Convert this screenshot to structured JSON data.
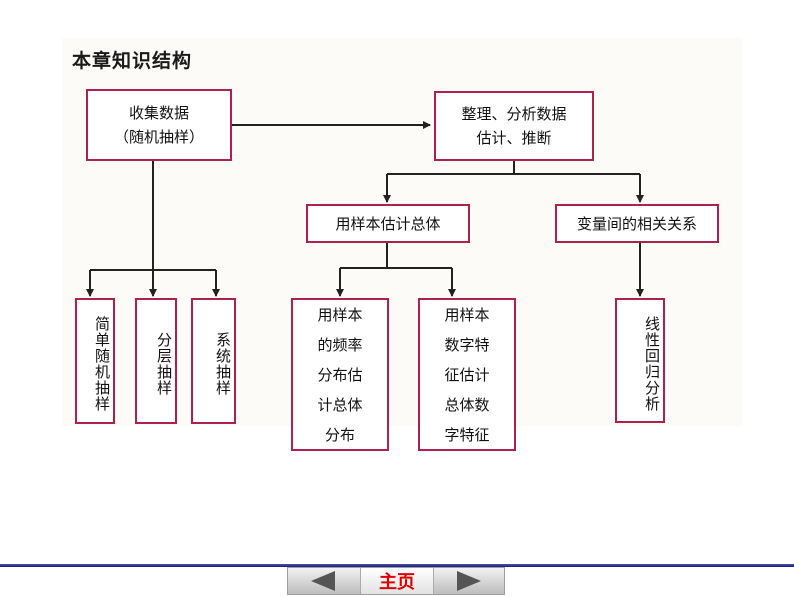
{
  "heading": "本章知识结构",
  "nodes": {
    "collect": [
      "收集数据",
      "（随机抽样）"
    ],
    "process": [
      "整理、分析数据",
      "估计、推断"
    ],
    "estimate_population": "用样本估计总体",
    "correlation": "变量间的相关关系",
    "simple_random": "简单随机抽样",
    "stratified": "分层抽样",
    "systematic": "系统抽样",
    "frequency_dist": "用样本\n的频率\n分布估\n计总体\n分布",
    "numeric_features": "用样本\n数字特\n征估计\n总体数\n字特征",
    "regression": "线性回归分析"
  },
  "nav": {
    "home_label": "主页",
    "prev_icon": "triangle-left-icon",
    "next_icon": "triangle-right-icon"
  },
  "colors": {
    "node_border": "#b0204e",
    "connector": "#222222",
    "nav_rule": "#1a1e7a",
    "home_text": "#e00000"
  }
}
